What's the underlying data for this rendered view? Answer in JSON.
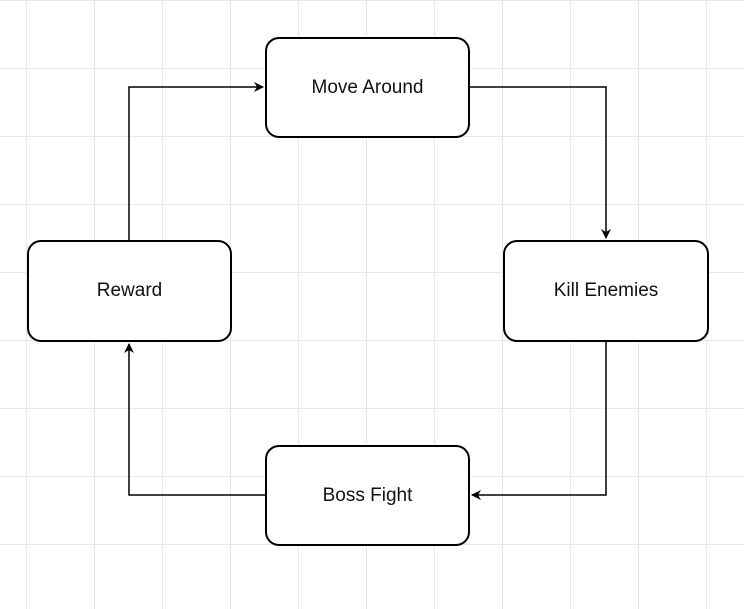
{
  "diagram": {
    "nodes": {
      "move_around": "Move Around",
      "kill_enemies": "Kill Enemies",
      "boss_fight": "Boss Fight",
      "reward": "Reward"
    },
    "edges": [
      {
        "from": "Move Around",
        "to": "Kill Enemies"
      },
      {
        "from": "Kill Enemies",
        "to": "Boss Fight"
      },
      {
        "from": "Boss Fight",
        "to": "Reward"
      },
      {
        "from": "Reward",
        "to": "Move Around"
      }
    ]
  },
  "colors": {
    "stroke": "#000000",
    "grid": "#e8e8e8",
    "background": "#ffffff"
  }
}
